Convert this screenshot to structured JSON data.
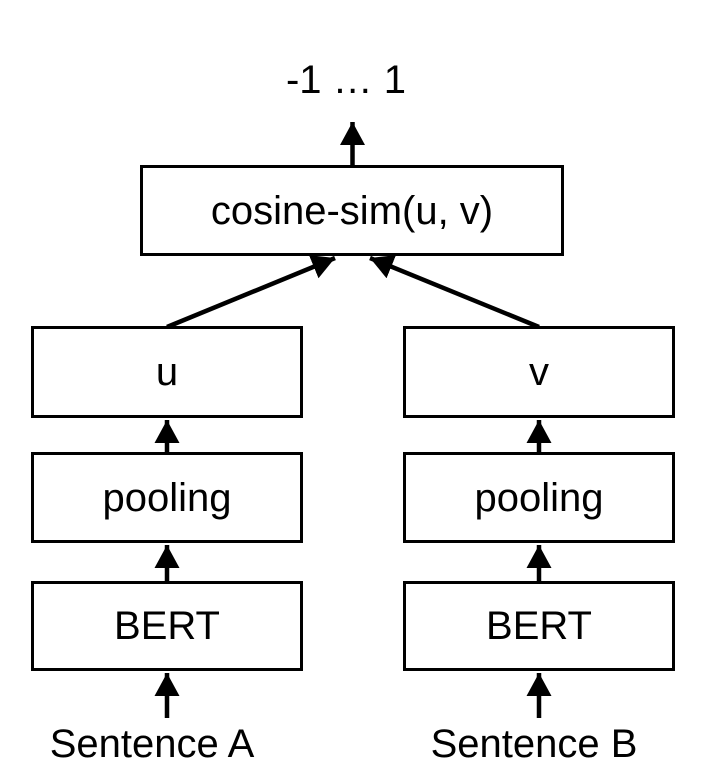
{
  "diagram": {
    "output": {
      "range_label": "-1 … 1"
    },
    "similarity": {
      "label": "cosine-sim(u, v)"
    },
    "left_branch": {
      "embedding_label": "u",
      "pooling_label": "pooling",
      "encoder_label": "BERT",
      "input_label": "Sentence A"
    },
    "right_branch": {
      "embedding_label": "v",
      "pooling_label": "pooling",
      "encoder_label": "BERT",
      "input_label": "Sentence B"
    },
    "colors": {
      "stroke": "#000000",
      "box_fill": "#ffffff",
      "text": "#000000",
      "background": "#ffffff"
    }
  }
}
